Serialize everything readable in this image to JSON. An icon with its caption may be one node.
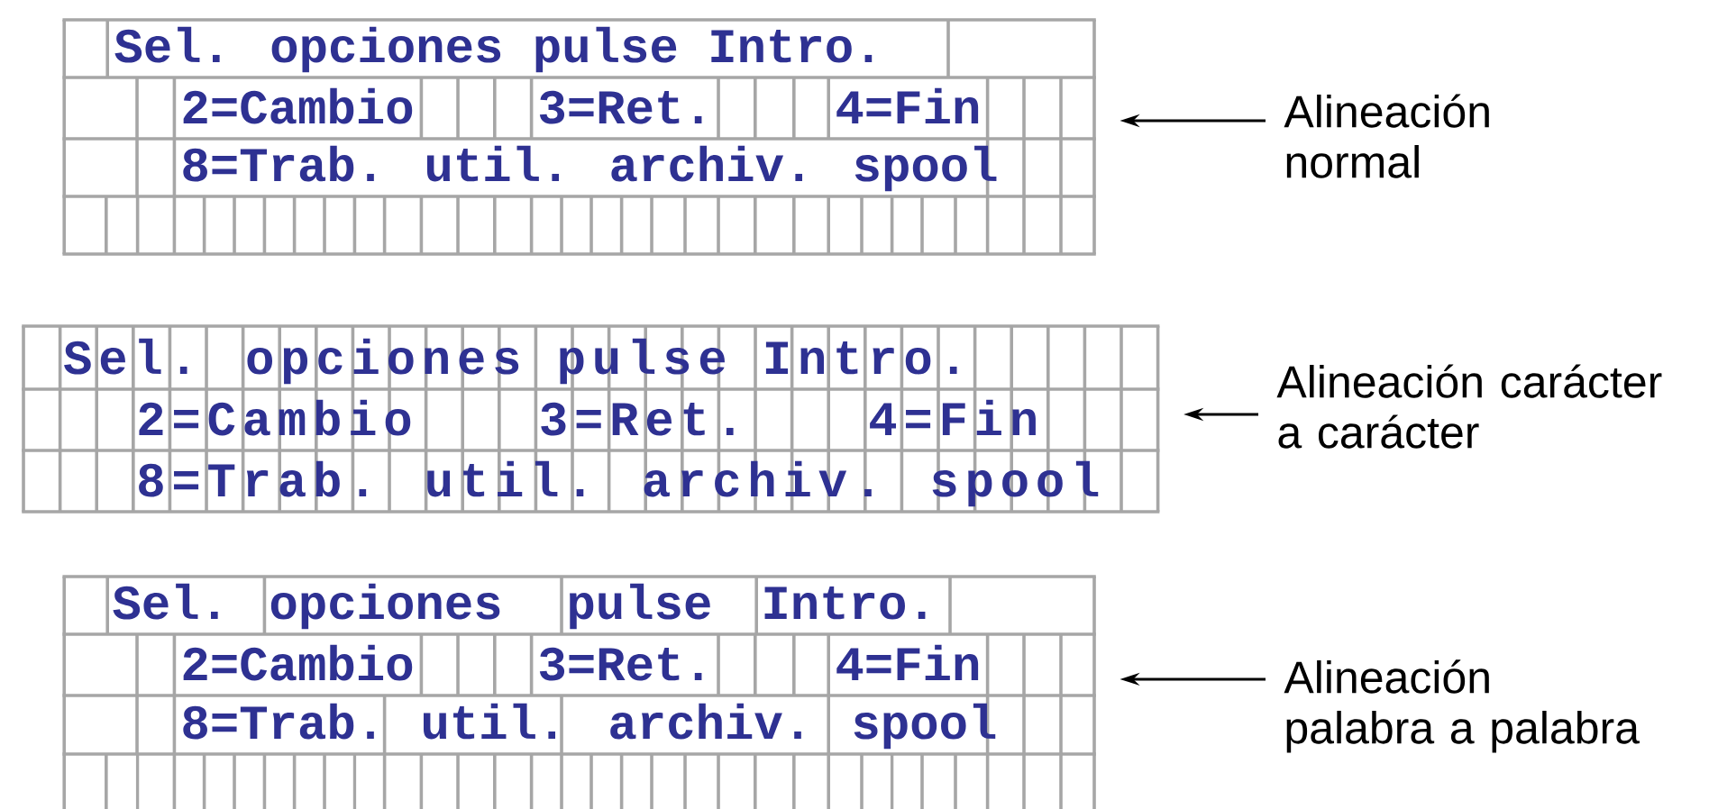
{
  "diagram": {
    "nodes": [
      {
        "text": [
          "Sel. opciones pulse Intro.",
          "2=Cambio",
          "3=Ret.",
          "4=Fin",
          "8=Trab. util. archiv. spool"
        ]
      },
      {
        "text": [
          "Alineación normal"
        ]
      },
      {
        "text": [
          "Sel. opciones pulse Intro.",
          "2=Cambio",
          "3=Ret.",
          "4=Fin",
          "8=Trab. util. archiv. spool"
        ]
      },
      {
        "text": [
          "Alineación carácter a carácter"
        ]
      },
      {
        "text": [
          "Sel.",
          "opciones",
          "pulse",
          "Intro.",
          "2=Cambio",
          "3=Ret.",
          "4=Fin",
          "8=Trab.",
          "util.",
          "archiv.",
          "spool"
        ]
      },
      {
        "text": [
          "Alineación palabra a palabra"
        ]
      }
    ],
    "edges": [
      {
        "from": 1,
        "to": 0,
        "arrow": "to"
      },
      {
        "from": 3,
        "to": 2,
        "arrow": "to"
      },
      {
        "from": 5,
        "to": 4,
        "arrow": "to"
      }
    ]
  }
}
